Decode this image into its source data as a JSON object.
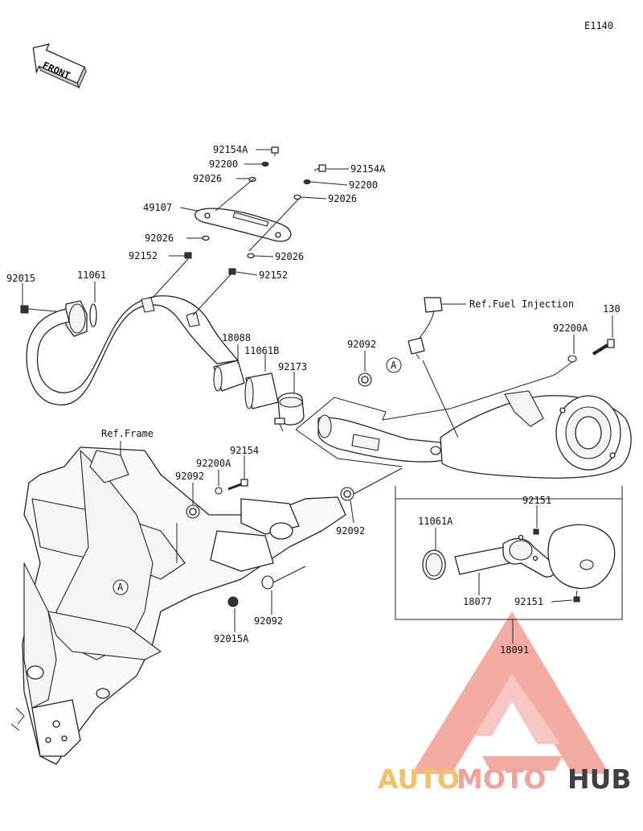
{
  "diagram_code": "E1140",
  "front_label": "FRONT",
  "ref_frame": "Ref.Frame",
  "ref_fuel_injection": "Ref.Fuel Injection",
  "callout_a": "A",
  "parts": {
    "p92154A_a": "92154A",
    "p92200_a": "92200",
    "p92026_a": "92026",
    "p49107": "49107",
    "p92026_b": "92026",
    "p92152_a": "92152",
    "p92154A_b": "92154A",
    "p92200_b": "92200",
    "p92026_c": "92026",
    "p92026_d": "92026",
    "p92152_b": "92152",
    "p92015": "92015",
    "p11061": "11061",
    "p18088": "18088",
    "p11061B": "11061B",
    "p92173": "92173",
    "p92092_a": "92092",
    "p92200A_a": "92200A",
    "p130": "130",
    "p92154": "92154",
    "p92200A_b": "92200A",
    "p92092_b": "92092",
    "p92092_c": "92092",
    "p92092_d": "92092",
    "p92015A": "92015A",
    "p11061A": "11061A",
    "p92151_a": "92151",
    "p18077": "18077",
    "p92151_b": "92151",
    "p18091": "18091"
  },
  "watermark": {
    "part1": "AUTO",
    "part2": "MOTO",
    "part3": "HUB",
    "color_light": "#f3a29b",
    "color_dark": "#3f3f3f",
    "color_orange": "#f5c06a"
  }
}
